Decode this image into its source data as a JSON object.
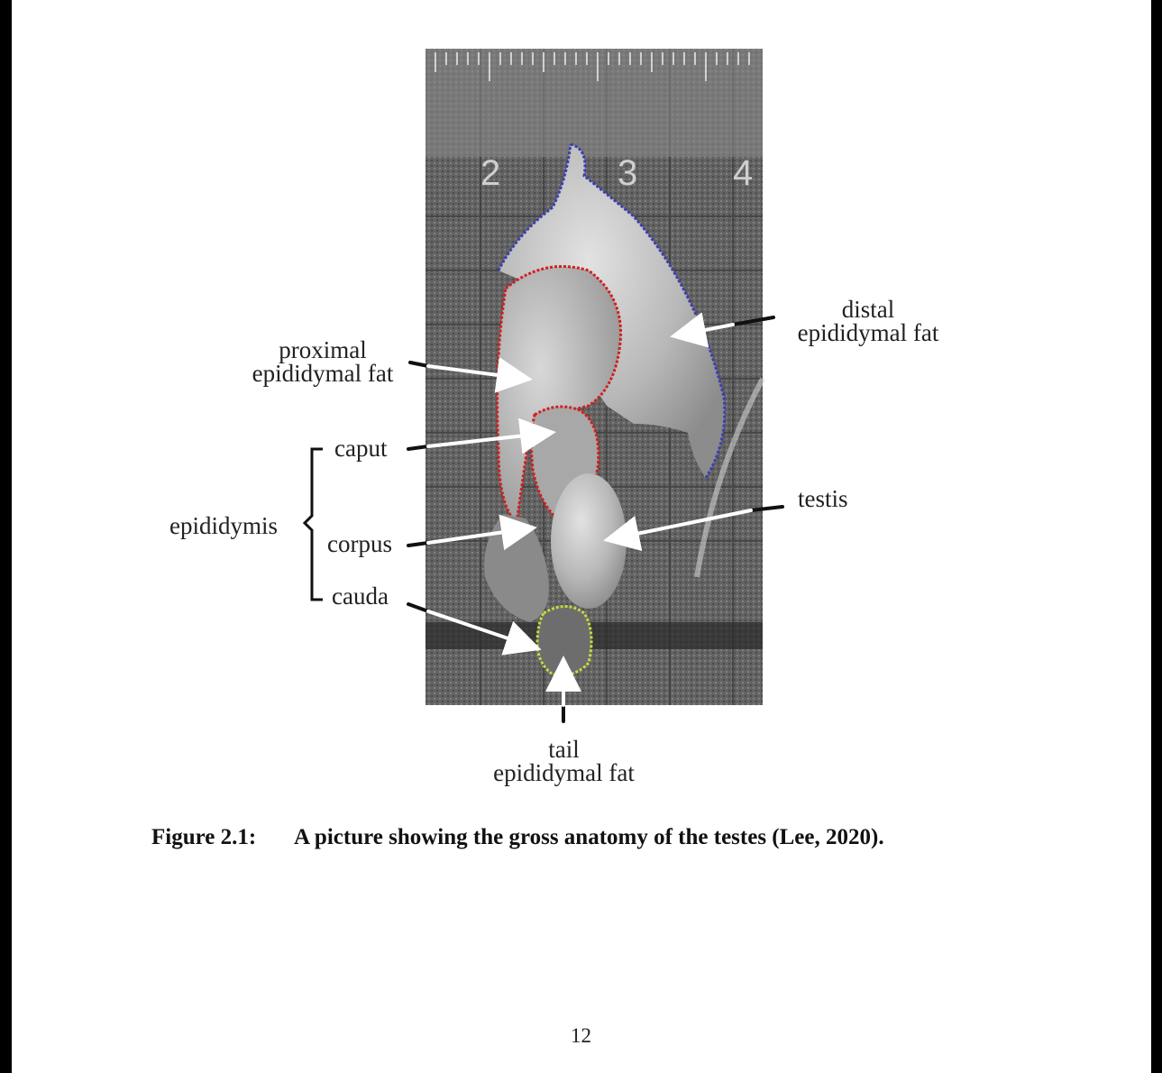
{
  "figure": {
    "ruler_numbers": [
      "2",
      "3",
      "4"
    ],
    "labels": {
      "distal_line1": "distal",
      "distal_line2": "epididymal fat",
      "proximal_line1": "proximal",
      "proximal_line2": "epididymal fat",
      "caput": "caput",
      "epididymis": "epididymis",
      "corpus": "corpus",
      "cauda": "cauda",
      "testis": "testis",
      "tail_line1": "tail",
      "tail_line2": "epididymal fat"
    },
    "outline_colors": {
      "distal": "#3b3fb0",
      "proximal": "#d02020",
      "tail": "#c8d840"
    }
  },
  "caption": {
    "number": "Figure 2.1:",
    "text": "A picture showing the gross anatomy of the testes (Lee, 2020)."
  },
  "page_number": "12"
}
